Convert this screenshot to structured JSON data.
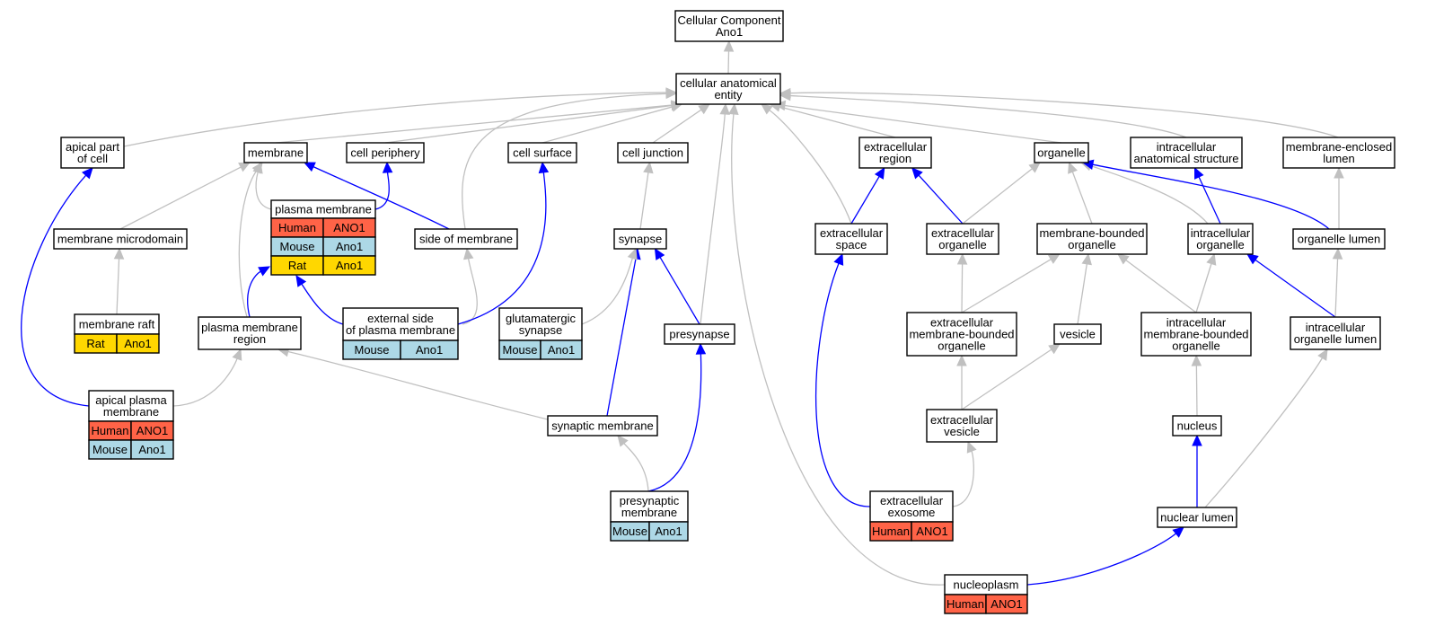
{
  "colors": {
    "gray_edge": "#c0c0c0",
    "blue_edge": "#0000ff",
    "human": "#ff6347",
    "mouse": "#add8e6",
    "rat": "#ffd700"
  },
  "graph": {
    "nodes": [
      {
        "id": "root",
        "lines": [
          "Cellular Component",
          "Ano1"
        ],
        "annotations": []
      },
      {
        "id": "cae",
        "lines": [
          "cellular anatomical",
          "entity"
        ],
        "annotations": []
      },
      {
        "id": "apicalpart",
        "lines": [
          "apical part",
          "of cell"
        ],
        "annotations": []
      },
      {
        "id": "membrane",
        "lines": [
          "membrane"
        ],
        "annotations": []
      },
      {
        "id": "cellperiphery",
        "lines": [
          "cell periphery"
        ],
        "annotations": []
      },
      {
        "id": "cellsurface",
        "lines": [
          "cell surface"
        ],
        "annotations": []
      },
      {
        "id": "celljunction",
        "lines": [
          "cell junction"
        ],
        "annotations": []
      },
      {
        "id": "extracellularregion",
        "lines": [
          "extracellular",
          "region"
        ],
        "annotations": []
      },
      {
        "id": "organelle",
        "lines": [
          "organelle"
        ],
        "annotations": []
      },
      {
        "id": "ias",
        "lines": [
          "intracellular",
          "anatomical structure"
        ],
        "annotations": []
      },
      {
        "id": "mel",
        "lines": [
          "membrane-enclosed",
          "lumen"
        ],
        "annotations": []
      },
      {
        "id": "microdomain",
        "lines": [
          "membrane microdomain"
        ],
        "annotations": []
      },
      {
        "id": "plasmamembrane",
        "lines": [
          "plasma membrane"
        ],
        "annotations": [
          {
            "species": "Human",
            "gene": "ANO1"
          },
          {
            "species": "Mouse",
            "gene": "Ano1"
          },
          {
            "species": "Rat",
            "gene": "Ano1"
          }
        ]
      },
      {
        "id": "sideofmembrane",
        "lines": [
          "side of membrane"
        ],
        "annotations": []
      },
      {
        "id": "synapse",
        "lines": [
          "synapse"
        ],
        "annotations": []
      },
      {
        "id": "ecspace",
        "lines": [
          "extracellular",
          "space"
        ],
        "annotations": []
      },
      {
        "id": "ecorganelle",
        "lines": [
          "extracellular",
          "organelle"
        ],
        "annotations": []
      },
      {
        "id": "mbo",
        "lines": [
          "membrane-bounded",
          "organelle"
        ],
        "annotations": []
      },
      {
        "id": "icorganelle",
        "lines": [
          "intracellular",
          "organelle"
        ],
        "annotations": []
      },
      {
        "id": "organellelumen",
        "lines": [
          "organelle lumen"
        ],
        "annotations": []
      },
      {
        "id": "raft",
        "lines": [
          "membrane raft"
        ],
        "annotations": [
          {
            "species": "Rat",
            "gene": "Ano1"
          }
        ]
      },
      {
        "id": "pmregion",
        "lines": [
          "plasma membrane",
          "region"
        ],
        "annotations": []
      },
      {
        "id": "externalside",
        "lines": [
          "external side",
          "of plasma membrane"
        ],
        "annotations": [
          {
            "species": "Mouse",
            "gene": "Ano1"
          }
        ]
      },
      {
        "id": "glutsynapse",
        "lines": [
          "glutamatergic",
          "synapse"
        ],
        "annotations": [
          {
            "species": "Mouse",
            "gene": "Ano1"
          }
        ]
      },
      {
        "id": "presynapse",
        "lines": [
          "presynapse"
        ],
        "annotations": []
      },
      {
        "id": "ecmbo",
        "lines": [
          "extracellular",
          "membrane-bounded",
          "organelle"
        ],
        "annotations": []
      },
      {
        "id": "vesicle",
        "lines": [
          "vesicle"
        ],
        "annotations": []
      },
      {
        "id": "icmbo",
        "lines": [
          "intracellular",
          "membrane-bounded",
          "organelle"
        ],
        "annotations": []
      },
      {
        "id": "icolumen",
        "lines": [
          "intracellular",
          "organelle lumen"
        ],
        "annotations": []
      },
      {
        "id": "apicalpm",
        "lines": [
          "apical plasma",
          "membrane"
        ],
        "annotations": [
          {
            "species": "Human",
            "gene": "ANO1"
          },
          {
            "species": "Mouse",
            "gene": "Ano1"
          }
        ]
      },
      {
        "id": "synapticmembrane",
        "lines": [
          "synaptic membrane"
        ],
        "annotations": []
      },
      {
        "id": "ecvesicle",
        "lines": [
          "extracellular",
          "vesicle"
        ],
        "annotations": []
      },
      {
        "id": "nucleus",
        "lines": [
          "nucleus"
        ],
        "annotations": []
      },
      {
        "id": "presynmembrane",
        "lines": [
          "presynaptic",
          "membrane"
        ],
        "annotations": [
          {
            "species": "Mouse",
            "gene": "Ano1"
          }
        ]
      },
      {
        "id": "exosome",
        "lines": [
          "extracellular",
          "exosome"
        ],
        "annotations": [
          {
            "species": "Human",
            "gene": "ANO1"
          }
        ]
      },
      {
        "id": "nuclearlumen",
        "lines": [
          "nuclear lumen"
        ],
        "annotations": []
      },
      {
        "id": "nucleoplasm",
        "lines": [
          "nucleoplasm"
        ],
        "annotations": [
          {
            "species": "Human",
            "gene": "ANO1"
          }
        ]
      }
    ],
    "edges": [
      {
        "from": "cae",
        "to": "root",
        "kind": "is_a"
      },
      {
        "from": "apicalpart",
        "to": "cae",
        "kind": "is_a"
      },
      {
        "from": "membrane",
        "to": "cae",
        "kind": "is_a"
      },
      {
        "from": "cellperiphery",
        "to": "cae",
        "kind": "is_a"
      },
      {
        "from": "cellsurface",
        "to": "cae",
        "kind": "is_a"
      },
      {
        "from": "celljunction",
        "to": "cae",
        "kind": "is_a"
      },
      {
        "from": "extracellularregion",
        "to": "cae",
        "kind": "is_a"
      },
      {
        "from": "organelle",
        "to": "cae",
        "kind": "is_a"
      },
      {
        "from": "ias",
        "to": "cae",
        "kind": "is_a"
      },
      {
        "from": "mel",
        "to": "cae",
        "kind": "is_a"
      },
      {
        "from": "sideofmembrane",
        "to": "cae",
        "kind": "is_a"
      },
      {
        "from": "ecspace",
        "to": "cae",
        "kind": "is_a"
      },
      {
        "from": "presynapse",
        "to": "cae",
        "kind": "is_a"
      },
      {
        "from": "nucleoplasm",
        "to": "cae",
        "kind": "is_a"
      },
      {
        "from": "microdomain",
        "to": "membrane",
        "kind": "is_a"
      },
      {
        "from": "plasmamembrane",
        "to": "membrane",
        "kind": "is_a"
      },
      {
        "from": "pmregion",
        "to": "membrane",
        "kind": "is_a"
      },
      {
        "from": "sideofmembrane",
        "to": "membrane",
        "kind": "part_of"
      },
      {
        "from": "plasmamembrane",
        "to": "cellperiphery",
        "kind": "part_of"
      },
      {
        "from": "raft",
        "to": "microdomain",
        "kind": "is_a"
      },
      {
        "from": "pmregion",
        "to": "plasmamembrane",
        "kind": "part_of"
      },
      {
        "from": "externalside",
        "to": "plasmamembrane",
        "kind": "part_of"
      },
      {
        "from": "externalside",
        "to": "sideofmembrane",
        "kind": "is_a"
      },
      {
        "from": "externalside",
        "to": "cellsurface",
        "kind": "part_of"
      },
      {
        "from": "apicalpm",
        "to": "pmregion",
        "kind": "is_a"
      },
      {
        "from": "apicalpm",
        "to": "apicalpart",
        "kind": "part_of"
      },
      {
        "from": "synapticmembrane",
        "to": "pmregion",
        "kind": "is_a"
      },
      {
        "from": "synapticmembrane",
        "to": "synapse",
        "kind": "part_of"
      },
      {
        "from": "synapse",
        "to": "celljunction",
        "kind": "is_a"
      },
      {
        "from": "glutsynapse",
        "to": "synapse",
        "kind": "is_a"
      },
      {
        "from": "presynapse",
        "to": "synapse",
        "kind": "part_of"
      },
      {
        "from": "presynmembrane",
        "to": "synapticmembrane",
        "kind": "is_a"
      },
      {
        "from": "presynmembrane",
        "to": "presynapse",
        "kind": "part_of"
      },
      {
        "from": "ecspace",
        "to": "extracellularregion",
        "kind": "part_of"
      },
      {
        "from": "ecorganelle",
        "to": "extracellularregion",
        "kind": "part_of"
      },
      {
        "from": "ecorganelle",
        "to": "organelle",
        "kind": "is_a"
      },
      {
        "from": "mbo",
        "to": "organelle",
        "kind": "is_a"
      },
      {
        "from": "icorganelle",
        "to": "organelle",
        "kind": "is_a"
      },
      {
        "from": "icorganelle",
        "to": "ias",
        "kind": "part_of"
      },
      {
        "from": "organellelumen",
        "to": "organelle",
        "kind": "part_of"
      },
      {
        "from": "organellelumen",
        "to": "mel",
        "kind": "is_a"
      },
      {
        "from": "ecmbo",
        "to": "ecorganelle",
        "kind": "is_a"
      },
      {
        "from": "ecmbo",
        "to": "mbo",
        "kind": "is_a"
      },
      {
        "from": "vesicle",
        "to": "mbo",
        "kind": "is_a"
      },
      {
        "from": "icmbo",
        "to": "mbo",
        "kind": "is_a"
      },
      {
        "from": "icmbo",
        "to": "icorganelle",
        "kind": "is_a"
      },
      {
        "from": "icolumen",
        "to": "icorganelle",
        "kind": "part_of"
      },
      {
        "from": "icolumen",
        "to": "organellelumen",
        "kind": "is_a"
      },
      {
        "from": "ecvesicle",
        "to": "ecmbo",
        "kind": "is_a"
      },
      {
        "from": "ecvesicle",
        "to": "vesicle",
        "kind": "is_a"
      },
      {
        "from": "exosome",
        "to": "ecvesicle",
        "kind": "is_a"
      },
      {
        "from": "exosome",
        "to": "ecspace",
        "kind": "part_of"
      },
      {
        "from": "nucleus",
        "to": "icmbo",
        "kind": "is_a"
      },
      {
        "from": "nuclearlumen",
        "to": "nucleus",
        "kind": "part_of"
      },
      {
        "from": "nuclearlumen",
        "to": "icolumen",
        "kind": "is_a"
      },
      {
        "from": "nucleoplasm",
        "to": "nuclearlumen",
        "kind": "part_of"
      }
    ]
  }
}
